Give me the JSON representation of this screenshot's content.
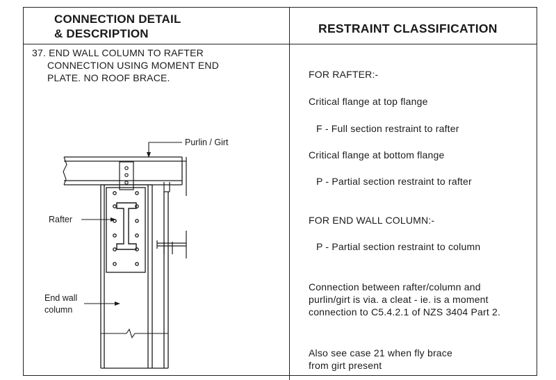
{
  "header": {
    "left_line1": "CONNECTION DETAIL",
    "left_line2": "& DESCRIPTION",
    "right": "RESTRAINT CLASSIFICATION"
  },
  "connection": {
    "line1": "37. END WALL COLUMN TO RAFTER",
    "line2": "CONNECTION USING MOMENT END",
    "line3": "PLATE. NO ROOF BRACE."
  },
  "drawing": {
    "labels": {
      "purlin": "Purlin / Girt",
      "rafter": "Rafter",
      "column_line1": "End wall",
      "column_line2": "column"
    }
  },
  "restraint": {
    "rafter_heading": "FOR RAFTER:-",
    "crit_top": "Critical flange at top flange",
    "full": "F - Full section restraint to rafter",
    "crit_bottom": "Critical flange at bottom flange",
    "partial_rafter": "P - Partial section restraint to rafter",
    "column_heading": "FOR END WALL COLUMN:-",
    "partial_column": "P - Partial section restraint to column",
    "note_line1": "Connection between rafter/column and",
    "note_line2": "purlin/girt is via. a cleat - ie. is a moment",
    "note_line3": "connection to C5.4.2.1 of NZS 3404 Part 2.",
    "also_line1": "Also see case 21 when fly brace",
    "also_line2": "from girt present"
  }
}
